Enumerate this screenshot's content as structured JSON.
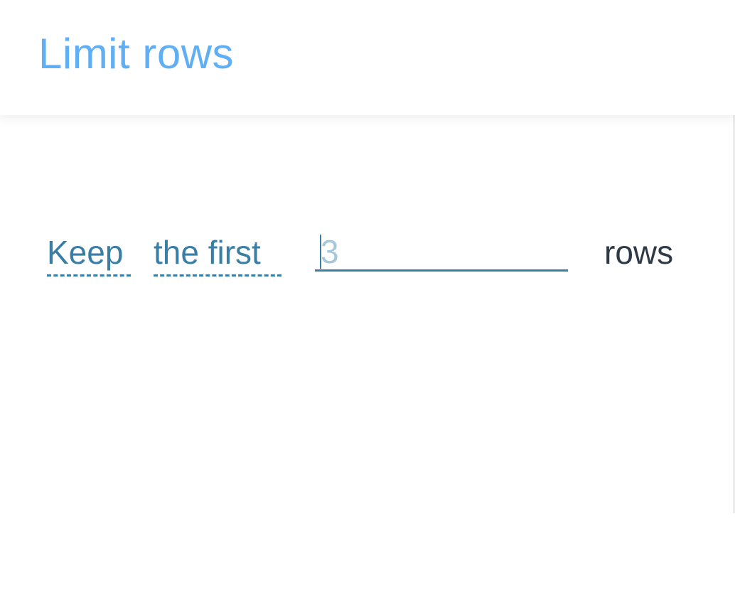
{
  "header": {
    "title": "Limit rows"
  },
  "limit_clause": {
    "mode_dropdown": "Keep",
    "position_dropdown": "the first",
    "count_input": {
      "value": "",
      "placeholder": "3"
    },
    "unit_label": "rows"
  },
  "colors": {
    "title": "#60aff5",
    "accent": "#3a7ea6",
    "text": "#2e3b47",
    "placeholder": "#a7c7da"
  }
}
